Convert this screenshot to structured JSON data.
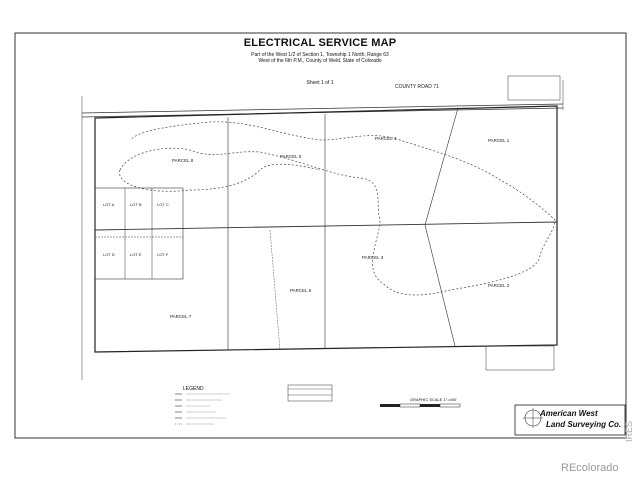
{
  "title": "ELECTRICAL SERVICE MAP",
  "subtitle": "Part of the West 1/2 of Section 1, Township 1 North, Range 63 West of the 6th P.M., County of Weld, State of Colorado",
  "sheet": "Sheet 1 of 1",
  "road": "COUNTY ROAD 71",
  "parcels": [
    "PARCEL 1",
    "PARCEL 2",
    "PARCEL 3",
    "PARCEL 4",
    "PARCEL 5",
    "PARCEL 6",
    "PARCEL 7",
    "PARCEL 8"
  ],
  "lots": [
    "LOT A",
    "LOT B",
    "LOT C",
    "LOT D",
    "LOT E",
    "LOT F"
  ],
  "legend_title": "LEGEND",
  "scale_label": "GRAPHIC SCALE  1\"=400'",
  "company_line1": "American West",
  "company_line2": "Land Surveying Co.",
  "watermark": "REcolorado",
  "side_mark": "IRES"
}
